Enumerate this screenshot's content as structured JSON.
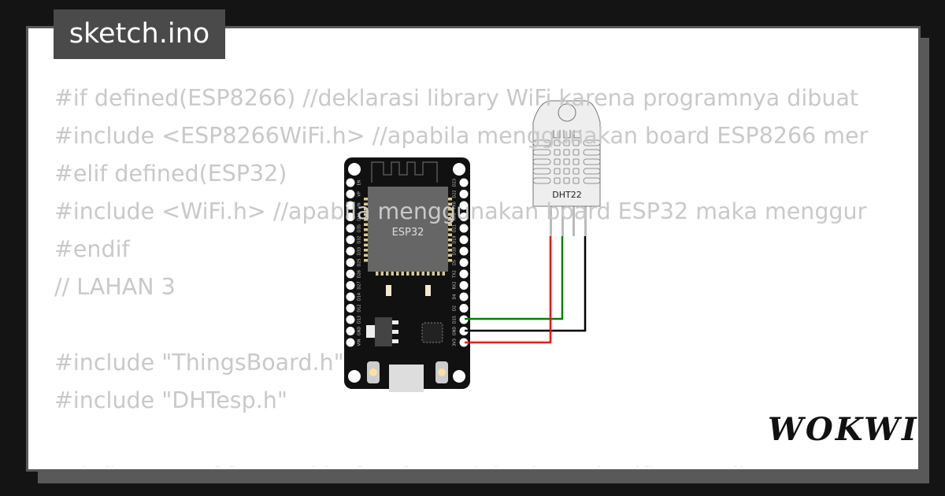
{
  "tab": {
    "title": "sketch.ino"
  },
  "code_lines": [
    "#if defined(ESP8266) //deklarasi library WiFi karena programnya dibuat",
    "#include <ESP8266WiFi.h> //apabila menggunakan board ESP8266 mer",
    "#elif defined(ESP32)",
    "#include <WiFi.h> //apabila menggunakan board ESP32 maka menggur",
    "#endif",
    "// LAHAN 3",
    "",
    "#include \"ThingsBoard.h\"",
    "#include \"DHTesp.h\"",
    "",
    "#define WIFI_SSID        \"Nokia GUEST\" //alokasi untuk wifi yang digu"
  ],
  "esp32": {
    "label": "ESP32",
    "left_pins": [
      "EN",
      "VP",
      "VN",
      "D34",
      "D35",
      "D32",
      "D33",
      "D25",
      "D26",
      "D27",
      "D14",
      "D12",
      "D13",
      "GND",
      "VIN"
    ],
    "right_pins": [
      "D23",
      "D22",
      "TX0",
      "RX0",
      "D21",
      "D19",
      "D18",
      "D5",
      "TX2",
      "RX2",
      "D4",
      "D2",
      "D15",
      "GND",
      "3V3"
    ]
  },
  "dht22": {
    "label": "DHT22"
  },
  "wires": {
    "data": "#008000",
    "gnd": "#000000",
    "vcc": "#ff0000"
  },
  "logo": {
    "text": "WOKWI"
  }
}
